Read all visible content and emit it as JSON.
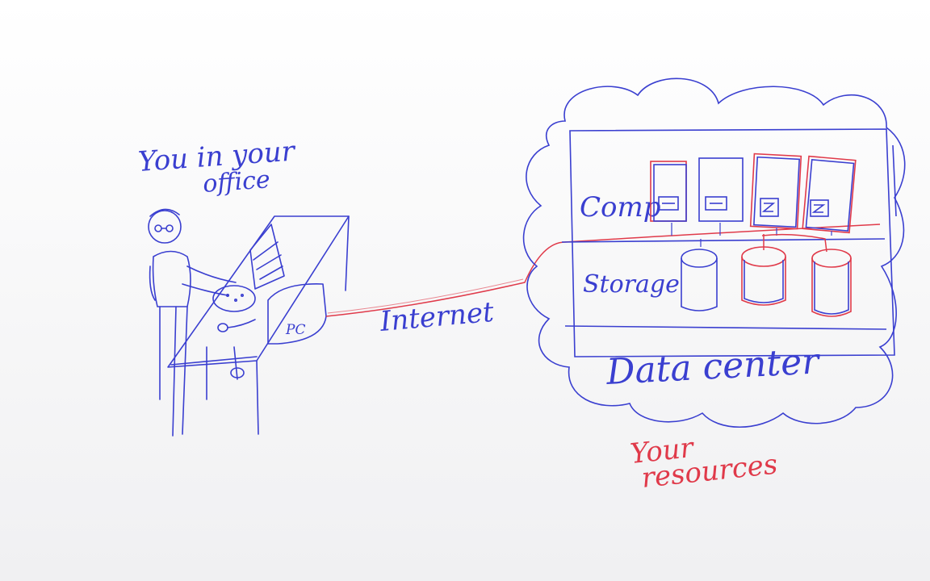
{
  "colors": {
    "ink_blue": "#3a3fd0",
    "ink_red": "#e03a4a"
  },
  "labels": {
    "user_line1": "You in your",
    "user_line2": "office",
    "pc": "PC",
    "internet": "Internet",
    "compute": "Comp",
    "storage": "Storage",
    "datacenter": "Data center",
    "resources_line1": "Your",
    "resources_line2": "resources"
  }
}
